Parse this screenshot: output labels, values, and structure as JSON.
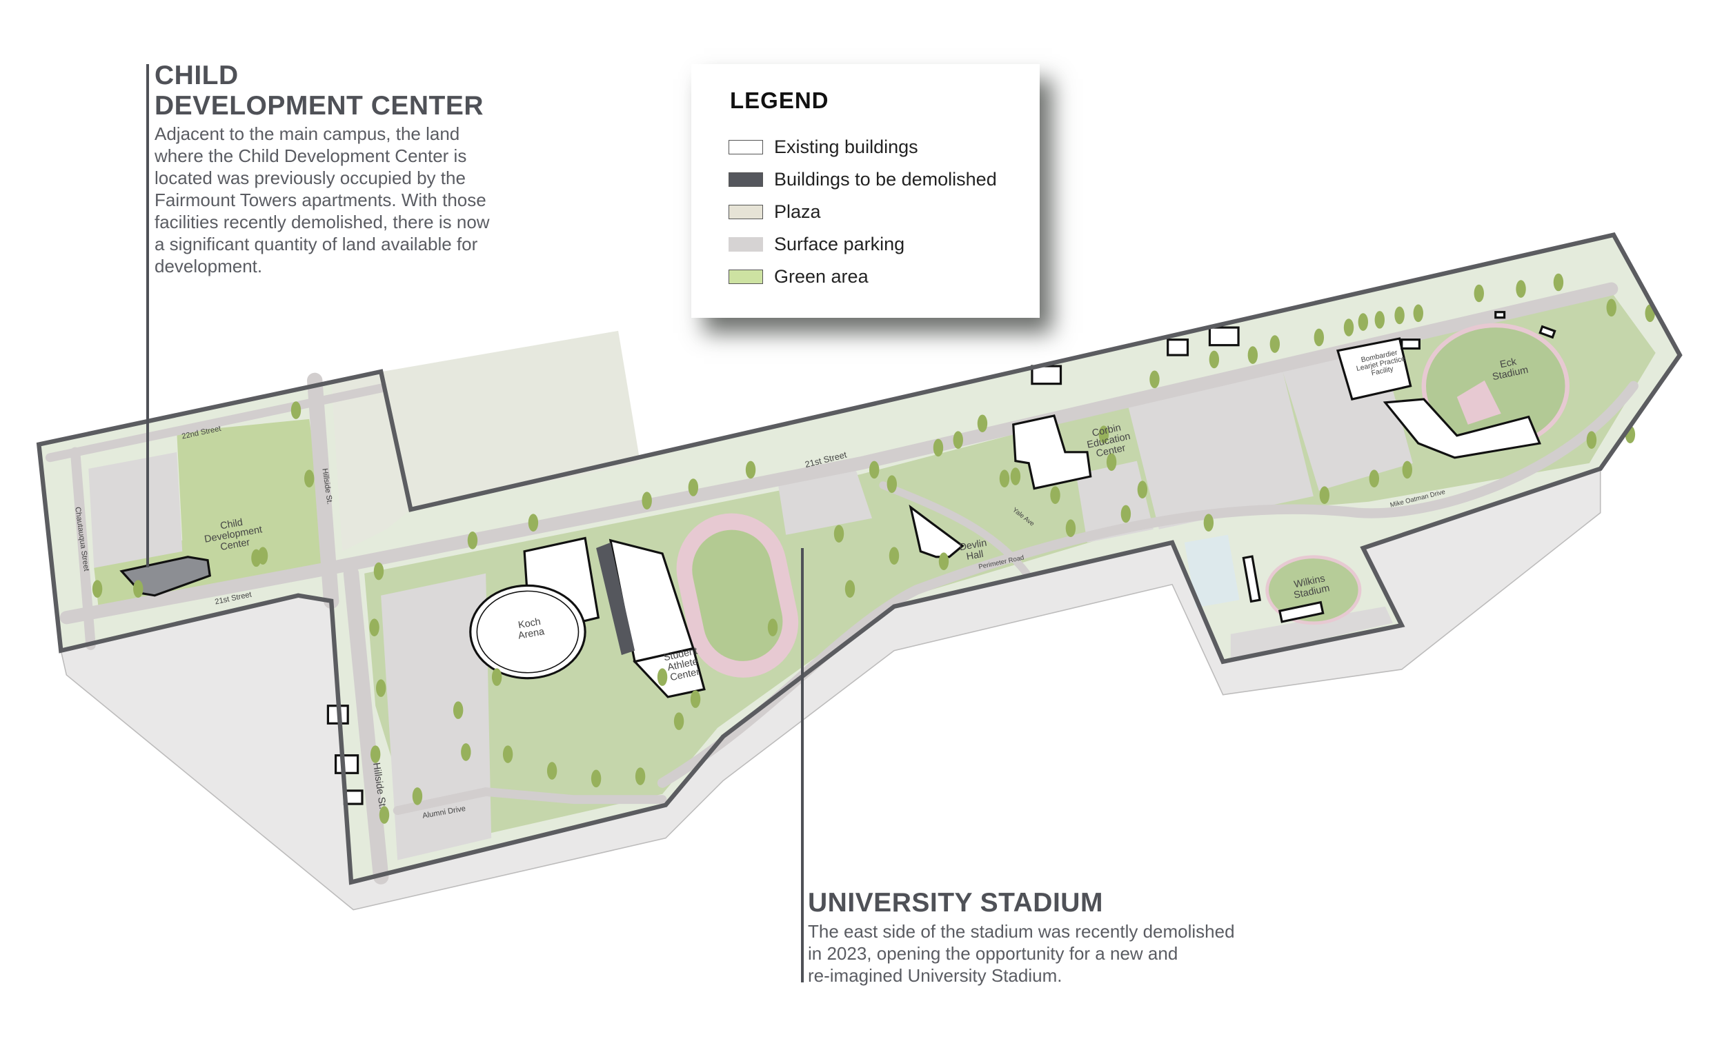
{
  "callouts": {
    "child_development": {
      "title_line1": "CHILD",
      "title_line2": "DEVELOPMENT CENTER",
      "body": [
        "Adjacent to the main campus, the land",
        "where the Child Development Center is",
        "located was previously occupied by the",
        "Fairmount Towers apartments. With those",
        "facilities recently demolished, there is now",
        "a significant quantity of land available for",
        "development."
      ]
    },
    "university_stadium": {
      "title": "UNIVERSITY STADIUM",
      "body": [
        "The east side of the stadium was recently demolished",
        "in 2023, opening the opportunity for a new and",
        "re-imagined University Stadium."
      ]
    }
  },
  "legend": {
    "title": "LEGEND",
    "items": [
      {
        "label": "Existing buildings",
        "color": "#ffffff"
      },
      {
        "label": "Buildings to be demolished",
        "color": "#55575d"
      },
      {
        "label": "Plaza",
        "color": "#e6e3d6"
      },
      {
        "label": "Surface parking",
        "color": "#d6d3d3"
      },
      {
        "label": "Green area",
        "color": "#cde2a2"
      }
    ]
  },
  "map_labels": {
    "street_22nd": "22nd Street",
    "chautauqua": "Chautauqua Street",
    "hillside_1": "Hillside St.",
    "hillside_2": "Hillside St.",
    "street_21st_1": "21st Street",
    "street_21st_2": "21st Street",
    "alumni_drive": "Alumni Drive",
    "perimeter_road": "Perimeter Road",
    "yale_ave": "Yale Ave",
    "mike_oatman": "Mike Oatman Drive",
    "child_dev": [
      "Child",
      "Development",
      "Center"
    ],
    "koch_arena": [
      "Koch",
      "Arena"
    ],
    "student_athlete": [
      "Student",
      "Athlete",
      "Center"
    ],
    "devlin_hall": [
      "Devlin",
      "Hall"
    ],
    "corbin": [
      "Corbin",
      "Education",
      "Center"
    ],
    "wilkins": [
      "Wilkins",
      "Stadium"
    ],
    "bombardier": [
      "Bombardier",
      "Learjet Practice",
      "Facility"
    ],
    "eck": [
      "Eck",
      "Stadium"
    ]
  },
  "colors": {
    "boundary": "#5b5c60",
    "green": "#c3d6a0",
    "lawn": "#b7cc98",
    "parking": "#d9d7d7",
    "road": "#d3cfcf",
    "track": "#e7c9d2",
    "tree": "#97b15c",
    "demolished": "#55575d"
  }
}
